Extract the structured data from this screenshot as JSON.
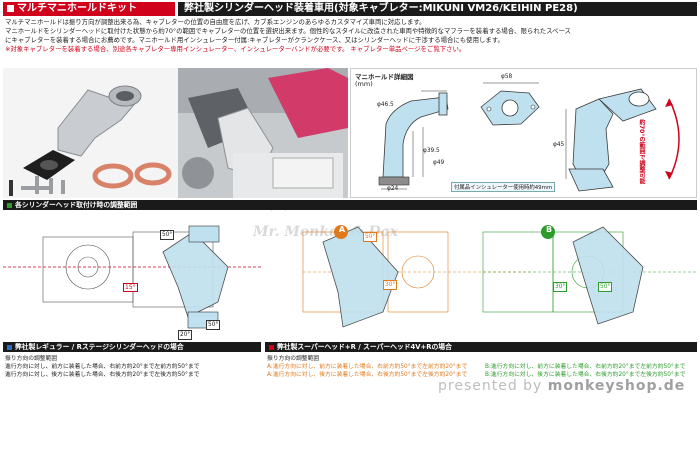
{
  "header": {
    "left_title": "マルチマニホールドキット",
    "right_title": "弊社製シリンダーヘッド装着車用(対象キャブレター:MIKUNI VM26/KEIHIN PE28)"
  },
  "description": {
    "line1": "マルチマニホールドは振り方向が調整出来る為、キャブレターの位置の自由度を広げ、カブ系エンジンのあらゆるカスタマイズ車両に対応します。",
    "line2": "マニホールドをシリンダーヘッドに取付けた状態から約70°の範囲でキャブレターの位置を選択出来ます。個性的なスタイルに改造された車両や特徴的なマフラーを装着する場合、限られたスペース",
    "line3": "にキャブレターを装着する場合にお薦めです。マニホールド用インシュレーター付属:キャブレターがクランクケース、又はシリンダーヘッドに干渉する場合にも使用します。",
    "note": "※対象キャブレターを装着する場合、別途各キャブレター専用インシュレーター、インシュレーターバンドが必要です。 キャブレター単品ページをご覧下さい。"
  },
  "diagram": {
    "title": "マニホールド詳細図",
    "unit": "(mm)",
    "dims": {
      "d46": "φ46.5",
      "d58": "φ58",
      "d39": "φ39.5",
      "d49": "φ49",
      "d24": "φ24",
      "d45": "φ45"
    },
    "insulator_note": "付属品インシュレーター使用時約49mm",
    "angle_note": "約70°の範囲で調整可能"
  },
  "watermarks": {
    "small": "monkeyshop.de",
    "mid": "Mr. Monkey & Dax"
  },
  "sections": {
    "adjust_bar": "各シリンダーヘッド取付け時の調整範囲",
    "regular_bar": "弊社製レギュラー / Rステージシリンダーヘッドの場合",
    "super_bar": "弊社製スーパーヘッド+R / スーパーヘッド4V+Rの場合"
  },
  "left_info": {
    "title": "振り方向の調整範囲",
    "line1": "進行方向に対し、前方に装着した場合、右前方約20°まで左前方約50°まで",
    "line2": "進行方向に対し、後方に装着した場合、右後方約20°まで左後方約50°まで"
  },
  "right_info": {
    "title": "振り方向の調整範囲",
    "a1": "A:進行方向に対し、前方に装着した場合、右前方約50°まで左前方約20°まで",
    "a2": "A:進行方向に対し、後方に装着した場合、右後方約50°まで左後方約20°まで",
    "b1": "B:進行方向に対し、前方に装着した場合、右前方約20°まで左前方約50°まで",
    "b2": "B:進行方向に対し、後方に装着した場合、右後方約20°まで左後方約50°まで"
  },
  "angles": {
    "deg15": "15°",
    "deg50": "50°",
    "deg20": "20°",
    "deg30": "30°"
  },
  "labels": {
    "a": "A",
    "b": "B"
  },
  "footer": {
    "prefix": "presented by ",
    "brand": "monkeyshop.de"
  }
}
